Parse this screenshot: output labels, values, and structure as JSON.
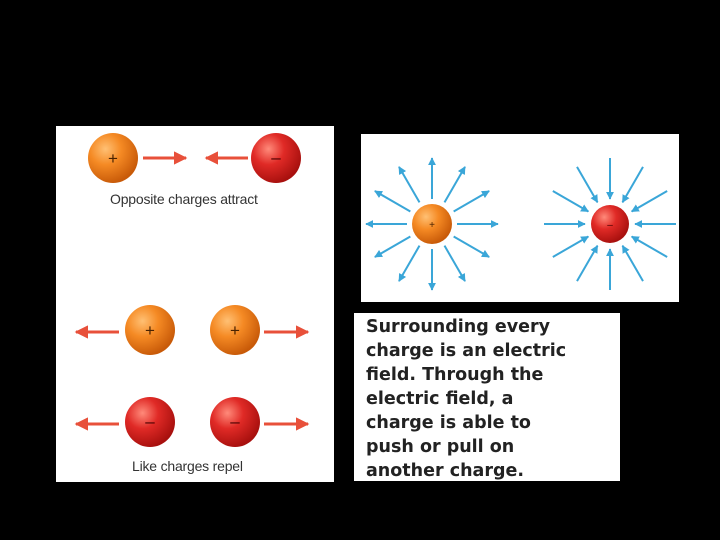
{
  "charge_interactions": {
    "attract": {
      "caption": "Opposite charges attract",
      "charges": [
        {
          "sign": "+",
          "color": "orange"
        },
        {
          "sign": "–",
          "color": "red"
        }
      ]
    },
    "repel": {
      "caption": "Like charges repel",
      "pairs": [
        {
          "charges": [
            {
              "sign": "+",
              "color": "orange"
            },
            {
              "sign": "+",
              "color": "orange"
            }
          ]
        },
        {
          "charges": [
            {
              "sign": "–",
              "color": "red"
            },
            {
              "sign": "–",
              "color": "red"
            }
          ]
        }
      ]
    }
  },
  "electric_fields": {
    "positive": {
      "sign": "+",
      "arrow_direction": "outward",
      "arrow_count": 12
    },
    "negative": {
      "sign": "–",
      "arrow_direction": "inward",
      "arrow_count": 12
    }
  },
  "description": [
    "Surrounding every",
    "charge is an electric",
    "field. Through the",
    "electric field, a",
    "charge is able to",
    "push or pull on",
    "another charge."
  ],
  "colors": {
    "background": "#000000",
    "positive_charge": "#f07f1c",
    "negative_charge": "#d81e1e",
    "force_arrow": "#e8503a",
    "field_arrow": "#3aa6d8"
  }
}
